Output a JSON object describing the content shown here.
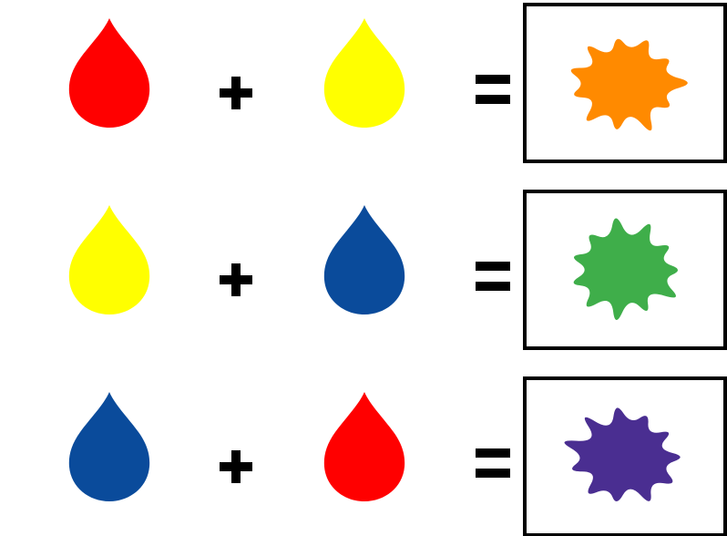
{
  "colors": {
    "red": "#ff0000",
    "yellow": "#ffff00",
    "blue": "#0a4b9b",
    "orange": "#ff8a00",
    "green": "#3fae4a",
    "purple": "#4a2e91"
  },
  "rows": [
    {
      "left": "red",
      "right": "yellow",
      "result": "orange"
    },
    {
      "left": "yellow",
      "right": "blue",
      "result": "green"
    },
    {
      "left": "blue",
      "right": "red",
      "result": "purple"
    }
  ],
  "icons": {
    "drop": "paint-drop-icon",
    "plus": "plus-icon",
    "equals": "equals-icon",
    "splat": "paint-splat-icon"
  }
}
